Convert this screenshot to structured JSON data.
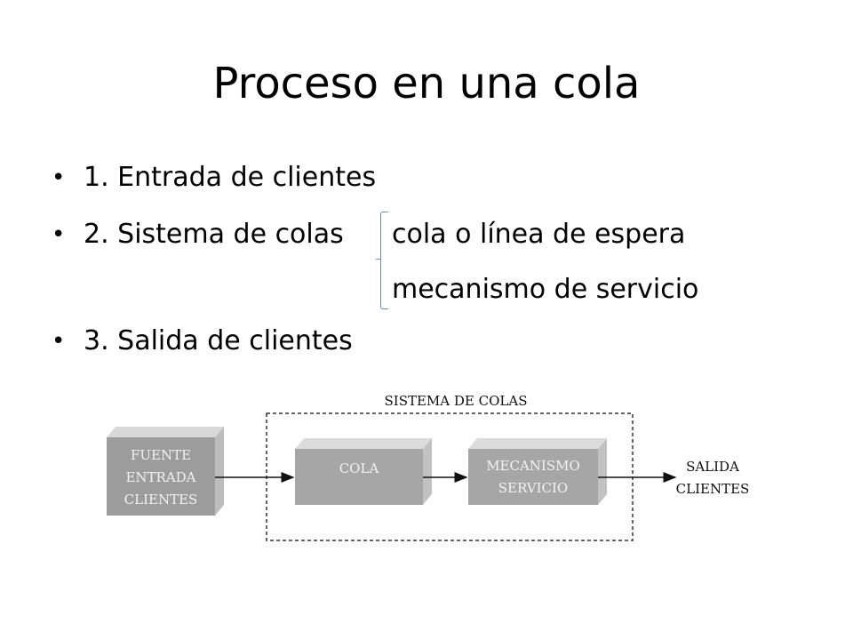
{
  "title": "Proceso en una cola",
  "bullets": [
    {
      "text": "1. Entrada de clientes"
    },
    {
      "text": "2. Sistema de colas"
    },
    {
      "text": "3. Salida de clientes"
    }
  ],
  "sub_items": [
    "cola o línea de espera",
    "mecanismo de servicio"
  ],
  "diagram": {
    "system_label": "SISTEMA DE COLAS",
    "source_lines": [
      "FUENTE",
      "ENTRADA",
      "CLIENTES"
    ],
    "queue_label": "COLA",
    "service_lines": [
      "MECANISMO",
      "SERVICIO"
    ],
    "exit_lines": [
      "SALIDA",
      "CLIENTES"
    ]
  }
}
